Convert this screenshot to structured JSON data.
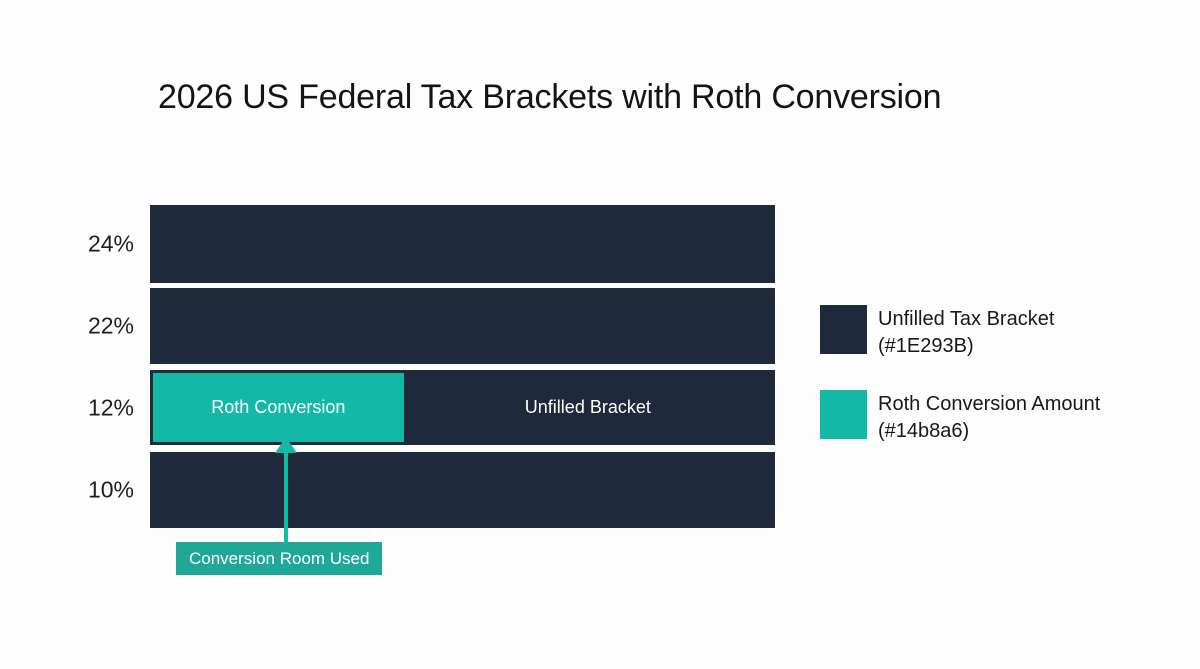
{
  "chart_data": {
    "type": "bar",
    "orientation": "horizontal",
    "stacked": true,
    "title": "2026 US Federal Tax Brackets with Roth Conversion",
    "xlabel": "",
    "ylabel": "",
    "grid": false,
    "categories": [
      "24%",
      "22%",
      "12%",
      "10%"
    ],
    "category_order": "top-to-bottom",
    "xlim": [
      0,
      100
    ],
    "axis_units": "percent of bracket width",
    "series": [
      {
        "name": "Roth Conversion Amount",
        "color": "#14b8a6",
        "values": [
          0,
          0,
          40.5,
          0
        ]
      },
      {
        "name": "Unfilled Tax Bracket",
        "color": "#1E293B",
        "values": [
          100,
          100,
          59.5,
          100
        ]
      }
    ],
    "bars": [
      {
        "bracket": "24%",
        "conversion_pct": 0,
        "unfilled_pct": 100,
        "conversion_label": "",
        "unfilled_label": ""
      },
      {
        "bracket": "22%",
        "conversion_pct": 0,
        "unfilled_pct": 100,
        "conversion_label": "",
        "unfilled_label": ""
      },
      {
        "bracket": "12%",
        "conversion_pct": 40.5,
        "unfilled_pct": 59.5,
        "conversion_label": "Roth Conversion",
        "unfilled_label": "Unfilled Bracket"
      },
      {
        "bracket": "10%",
        "conversion_pct": 0,
        "unfilled_pct": 100,
        "conversion_label": "",
        "unfilled_label": ""
      }
    ],
    "annotations": [
      {
        "text": "Conversion Room Used",
        "points_to_bracket": "12%",
        "color": "#14b8a6"
      }
    ],
    "legend": {
      "position": "right",
      "entries": [
        {
          "line1": "Unfilled Tax Bracket",
          "line2": "(#1E293B)",
          "color": "#1E293B"
        },
        {
          "line1": "Roth Conversion Amount",
          "line2": "(#14b8a6)",
          "color": "#14b8a6"
        }
      ]
    },
    "colors": {
      "background": "#fdfdfd",
      "unfilled": "#1E293B",
      "conversion": "#14b8a6",
      "bar_stroke": "#ffffff",
      "title_text": "#111418",
      "axis_text": "#1b1f24",
      "bar_label_text": "#ffffff"
    }
  }
}
